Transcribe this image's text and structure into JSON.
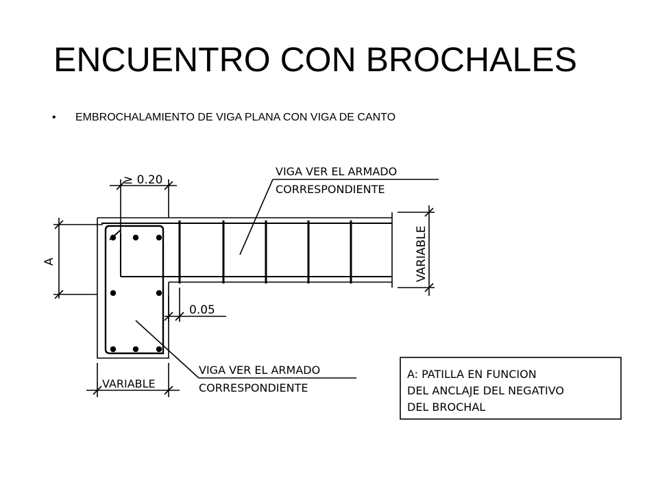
{
  "slide": {
    "title": "ENCUENTRO CON BROCHALES",
    "bullet": "EMBROCHALAMIENTO DE VIGA PLANA CON VIGA DE CANTO"
  },
  "drawing": {
    "dim_min": "≥ 0.20",
    "dim_gap": "0.05",
    "dim_a": "A",
    "dim_variable_h": "VARIABLE",
    "dim_variable_w": "VARIABLE",
    "top_label_line1": "VIGA VER EL ARMADO",
    "top_label_line2": "CORRESPONDIENTE",
    "bottom_label_line1": "VIGA VER EL ARMADO",
    "bottom_label_line2": "CORRESPONDIENTE",
    "note_line1": "A: PATILLA EN FUNCION",
    "note_line2": "DEL ANCLAJE DEL NEGATIVO",
    "note_line3": "DEL BROCHAL"
  }
}
